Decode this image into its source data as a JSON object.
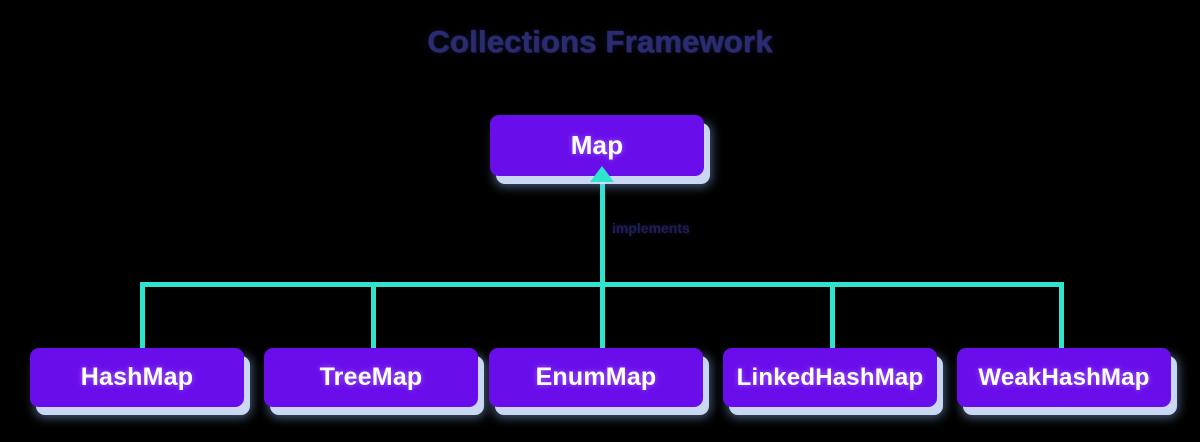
{
  "diagram": {
    "title": "Collections Framework",
    "background_color": "#000000",
    "node_color": "#6a0deb",
    "node_text_color": "#ffffff",
    "connector_color": "#2fe3cd",
    "title_color": "#2b2b70",
    "edge_label_color": "#1f1f56",
    "root": {
      "id": "map",
      "label": "Map"
    },
    "edge_label": "implements",
    "children": [
      {
        "id": "hashmap",
        "label": "HashMap"
      },
      {
        "id": "treemap",
        "label": "TreeMap"
      },
      {
        "id": "enummap",
        "label": "EnumMap"
      },
      {
        "id": "linkedhashmap",
        "label": "LinkedHashMap"
      },
      {
        "id": "weakhashmap",
        "label": "WeakHashMap"
      }
    ]
  }
}
